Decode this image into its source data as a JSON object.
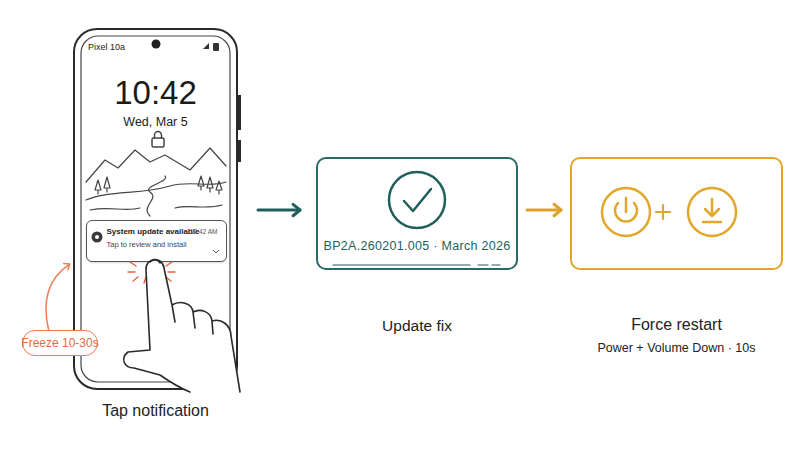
{
  "diagram": {
    "nodes": [
      {
        "text": [
          "Pixel 10a",
          "10:42",
          "Wed, Mar 5",
          "Tap notification"
        ]
      },
      {
        "text": [
          "System update available",
          "10:42 AM",
          "Tap to review and install"
        ],
        "in": 0
      },
      {
        "text": [
          "Freeze 10-30s"
        ]
      },
      {
        "text": [
          "BP2A.260201.005 · March 2026",
          "Update fix"
        ]
      },
      {
        "text": [
          "Force restart",
          "Power + Volume Down · 10s"
        ]
      }
    ],
    "edges": [
      {
        "from": 0,
        "to": 3,
        "arrow": "to"
      },
      {
        "from": 3,
        "to": 4,
        "arrow": "to"
      },
      {
        "from": 2,
        "to": 0,
        "arrow": "to"
      }
    ]
  }
}
